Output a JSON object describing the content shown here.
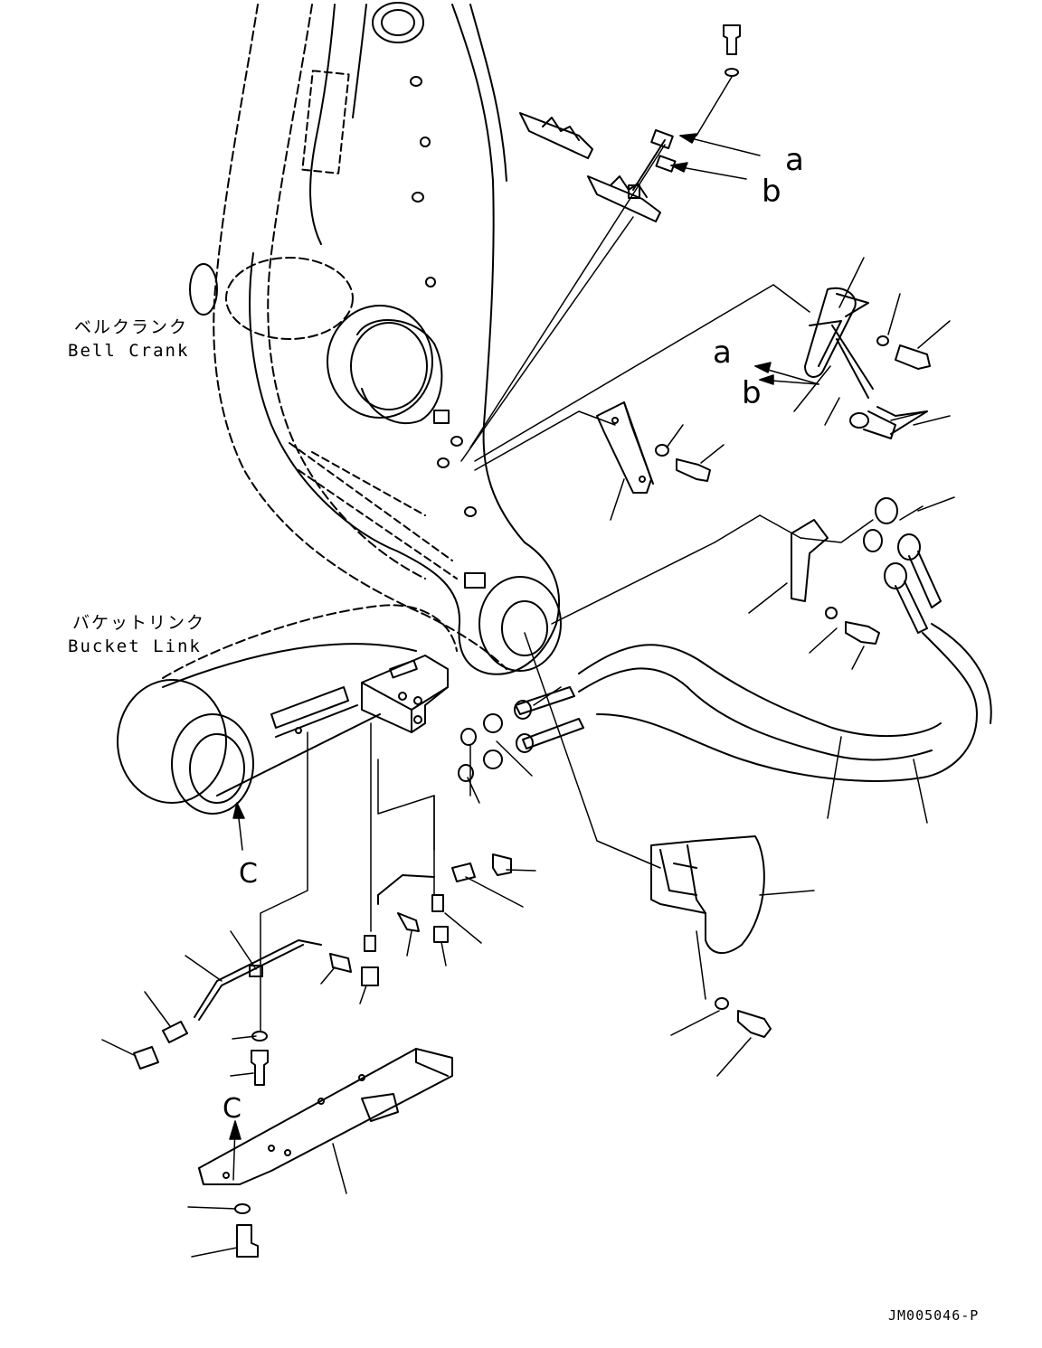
{
  "labels": {
    "bell_crank_jp": "ベルクランク",
    "bell_crank_en": "Bell Crank",
    "bucket_link_jp": "バケットリンク",
    "bucket_link_en": "Bucket Link"
  },
  "callouts": {
    "a_top": "a",
    "b_top": "b",
    "a_mid": "a",
    "b_mid": "b",
    "c_upper": "C",
    "c_lower": "C"
  },
  "drawing_code": "JM005046-P"
}
